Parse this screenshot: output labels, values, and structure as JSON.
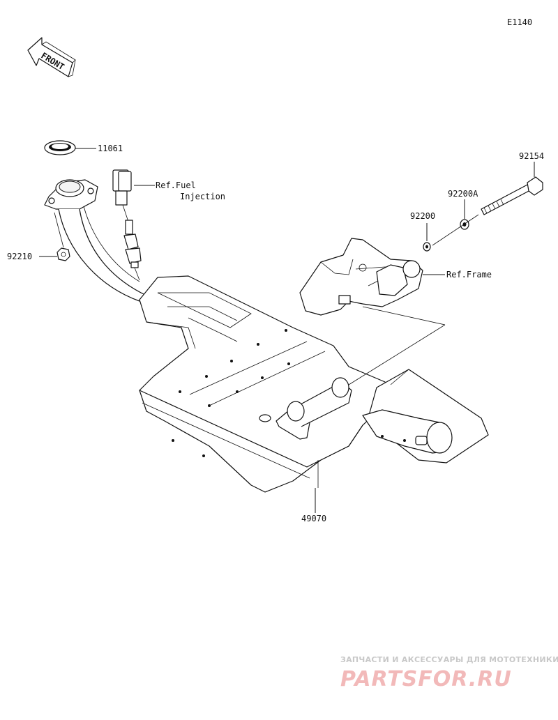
{
  "diagram": {
    "code": "E1140",
    "front_label": "FRONT",
    "parts": {
      "p11061": "11061",
      "p92210": "92210",
      "ref_fuel_1": "Ref.Fuel",
      "ref_fuel_2": "Injection",
      "p92154": "92154",
      "p92200A": "92200A",
      "p92200": "92200",
      "ref_frame": "Ref.Frame",
      "p49070": "49070"
    }
  },
  "watermark": {
    "tagline": "ЗАПЧАСТИ И АКСЕССУАРЫ ДЛЯ МОТОТЕХНИКИ",
    "brand": "PARTSFOR.RU",
    "color": "#e88080"
  }
}
